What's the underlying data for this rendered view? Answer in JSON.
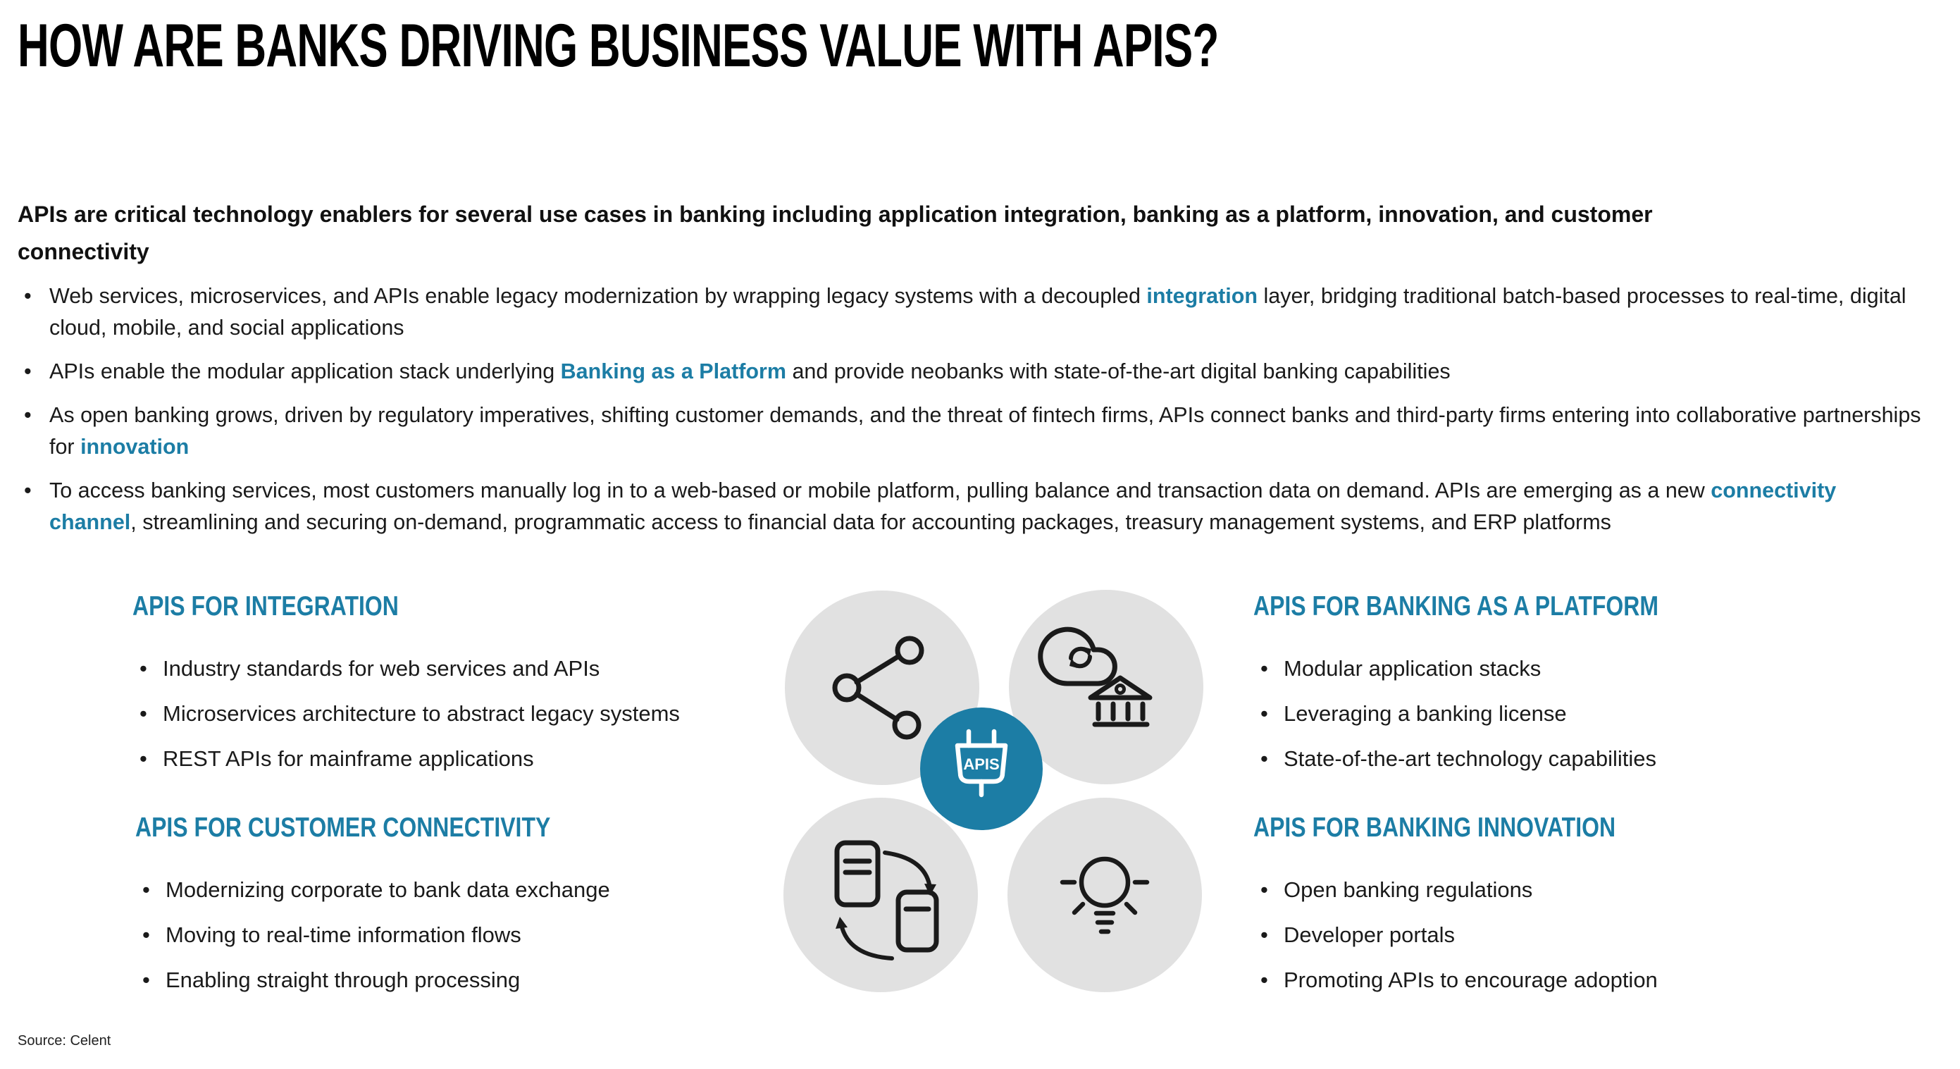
{
  "page": {
    "title": "HOW ARE BANKS DRIVING BUSINESS VALUE WITH APIS?",
    "source": "Source: Celent"
  },
  "intro": {
    "lead": "APIs are critical technology enablers for several use cases in banking including application integration, banking as a platform, innovation, and customer connectivity",
    "bullets": [
      {
        "pre": "Web services, microservices, and APIs enable legacy modernization by wrapping legacy systems with a decoupled ",
        "highlight": "integration",
        "post": " layer, bridging traditional batch-based processes to real-time, digital cloud, mobile, and social applications"
      },
      {
        "pre": "APIs enable the modular application stack underlying ",
        "highlight": "Banking as a Platform",
        "post": " and provide neobanks with state-of-the-art digital banking capabilities"
      },
      {
        "pre": "As open banking grows, driven by regulatory imperatives, shifting customer demands, and the threat of fintech firms, APIs connect banks and third-party firms entering into collaborative partnerships for ",
        "highlight": "innovation",
        "post": ""
      },
      {
        "pre": "To access banking services, most customers manually log in to a web-based or mobile platform, pulling balance and transaction data on demand. APIs are emerging as a new ",
        "highlight": "connectivity channel",
        "post": ", streamlining and securing on-demand, programmatic access to financial data for accounting packages, treasury management systems, and ERP platforms"
      }
    ]
  },
  "diagram": {
    "center_label": "APIS",
    "icons": [
      "share-icon",
      "cloud-sync-bank-icon",
      "card-exchange-icon",
      "lightbulb-icon",
      "api-plug-icon"
    ]
  },
  "sections": [
    {
      "title": "APIS FOR INTEGRATION",
      "items": [
        "Industry standards for web services and APIs",
        "Microservices architecture to abstract legacy systems",
        "REST APIs for mainframe applications"
      ]
    },
    {
      "title": "APIS FOR CUSTOMER CONNECTIVITY",
      "items": [
        "Modernizing corporate to bank data exchange",
        "Moving to real-time information flows",
        "Enabling straight through processing"
      ]
    },
    {
      "title": "APIS FOR BANKING AS A PLATFORM",
      "items": [
        "Modular application stacks",
        "Leveraging a banking license",
        "State-of-the-art technology capabilities"
      ]
    },
    {
      "title": "APIS FOR BANKING INNOVATION",
      "items": [
        "Open banking regulations",
        "Developer portals",
        "Promoting APIs to encourage adoption"
      ]
    }
  ],
  "colors": {
    "accent": "#1C7DA5",
    "circle_gray": "#E1E1E1",
    "icon_stroke": "#1A1A1A"
  }
}
